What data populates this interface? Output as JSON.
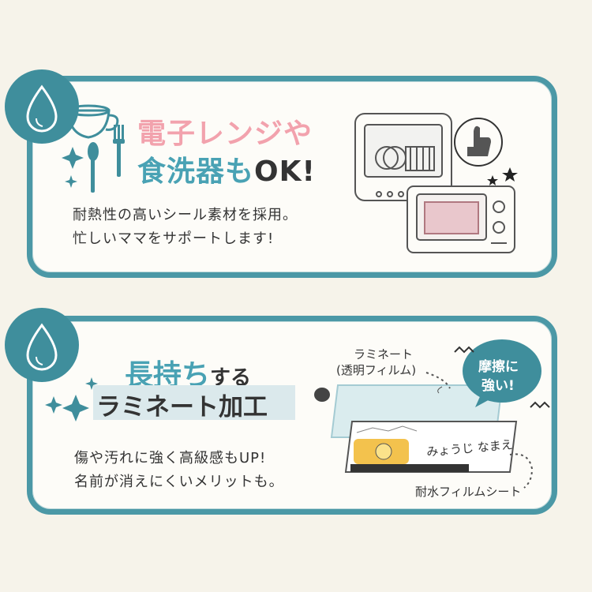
{
  "section1": {
    "title_line1": "電子レンジや",
    "title_line2_main": "食洗器も",
    "title_line2_ok": "OK!",
    "body_line1": "耐熱性の高いシール素材を採用。",
    "body_line2": "忙しいママをサポートします!"
  },
  "section2": {
    "title_main": "長持ち",
    "title_small": "する",
    "title_line2": "ラミネート加工",
    "body_line1": "傷や汚れに強く高級感もUP!",
    "body_line2": "名前が消えにくいメリットも。",
    "label_laminate": "ラミネート",
    "label_film": "(透明フィルム)",
    "label_sheet": "耐水フィルムシート",
    "bubble_line1": "摩擦に",
    "bubble_line2": "強い!",
    "sticker_name": "みょうじ なまえ"
  },
  "colors": {
    "teal": "#4b98a6",
    "pink": "#f2a2ad",
    "background": "#f6f3ea"
  }
}
